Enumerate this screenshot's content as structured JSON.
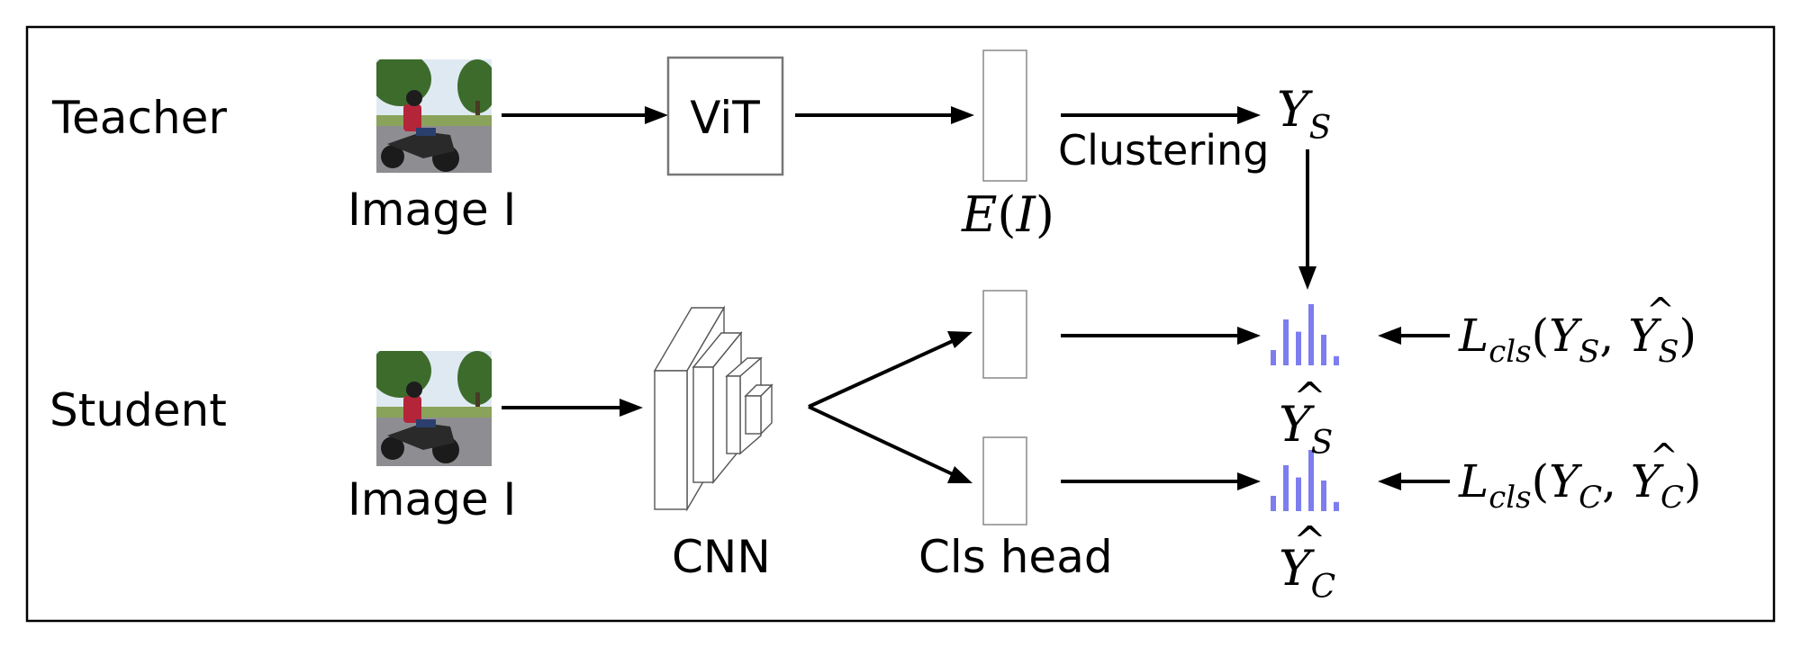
{
  "rows": {
    "teacher_label": "Teacher",
    "student_label": "Student"
  },
  "teacher": {
    "image_caption": "Image I",
    "model_label": "ViT",
    "embedding_label_base": "E",
    "embedding_label_arg": "I",
    "clustering_label": "Clustering",
    "target_base": "Y",
    "target_sub": "S"
  },
  "student": {
    "image_caption": "Image I",
    "backbone_label": "CNN",
    "head_label": "Cls head",
    "pred_s_base": "Y",
    "pred_s_sub": "S",
    "pred_c_base": "Y",
    "pred_c_sub": "C",
    "loss_s": {
      "base": "L",
      "sub": "cls",
      "arg1_base": "Y",
      "arg1_sub": "S",
      "arg2_base": "Y",
      "arg2_sub": "S"
    },
    "loss_c": {
      "base": "L",
      "sub": "cls",
      "arg1_base": "Y",
      "arg1_sub": "C",
      "arg2_base": "Y",
      "arg2_sub": "C"
    }
  },
  "colors": {
    "histogram": "#7d7df0",
    "frame": "#000000",
    "sky": "#dfe9f2",
    "trees": "#3d6b2c",
    "road": "#8e8e92",
    "rider_jacket": "#b4253a"
  },
  "histogram_levels": [
    0.25,
    0.75,
    0.55,
    1.0,
    0.5,
    0.15
  ]
}
